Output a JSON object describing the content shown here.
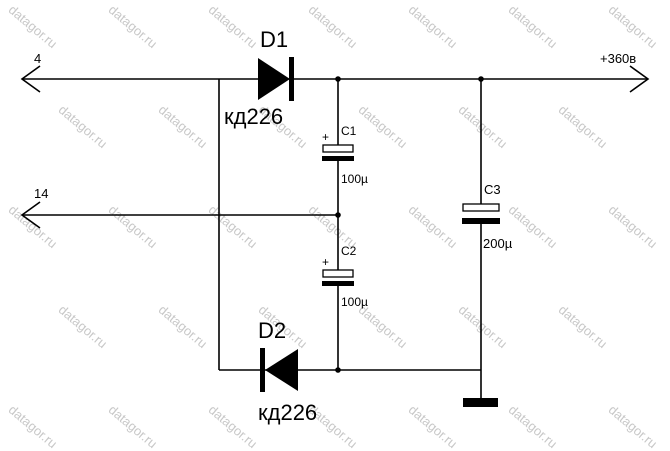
{
  "watermark": "datagor.ru",
  "nodes": {
    "input_a": "4",
    "input_b": "14",
    "output": "+360в"
  },
  "diodes": [
    {
      "ref": "D1",
      "part": "кд226"
    },
    {
      "ref": "D2",
      "part": "кд226"
    }
  ],
  "capacitors": [
    {
      "ref": "C1",
      "value": "100µ",
      "polarity": "+"
    },
    {
      "ref": "C2",
      "value": "100µ",
      "polarity": "+"
    },
    {
      "ref": "C3",
      "value": "200µ"
    }
  ],
  "colors": {
    "ink": "#000000",
    "watermark": "#c8c8c8",
    "background": "#ffffff"
  }
}
